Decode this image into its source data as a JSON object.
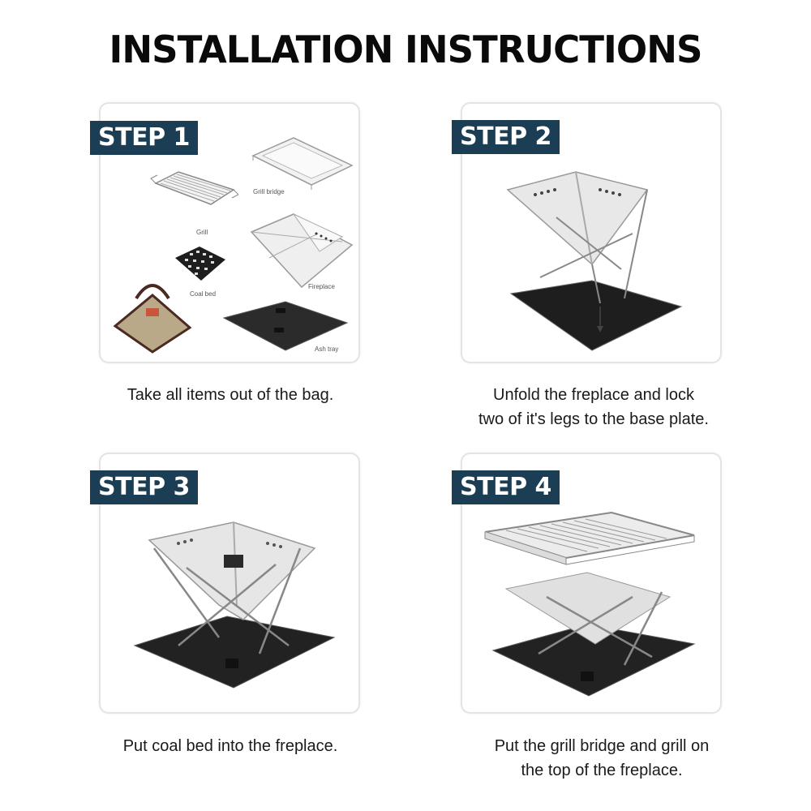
{
  "title": "INSTALLATION INSTRUCTIONS",
  "colors": {
    "badge": "#1b3e55",
    "text": "#1a1a1a",
    "panel_border": "#e4e4e4"
  },
  "steps": [
    {
      "label": "STEP 1",
      "caption_lines": [
        "Take all items out of the bag."
      ],
      "items": [
        {
          "name": "Grill bridge"
        },
        {
          "name": "Grill"
        },
        {
          "name": "Fireplace"
        },
        {
          "name": "Coal bed"
        },
        {
          "name": "Ash tray"
        }
      ]
    },
    {
      "label": "STEP 2",
      "caption_lines": [
        "Unfold the freplace and lock",
        "two of it's legs to the base plate."
      ]
    },
    {
      "label": "STEP 3",
      "caption_lines": [
        "Put coal bed into the freplace."
      ]
    },
    {
      "label": "STEP 4",
      "caption_lines": [
        "Put the grill bridge and grill on",
        "the top of the freplace."
      ]
    }
  ]
}
